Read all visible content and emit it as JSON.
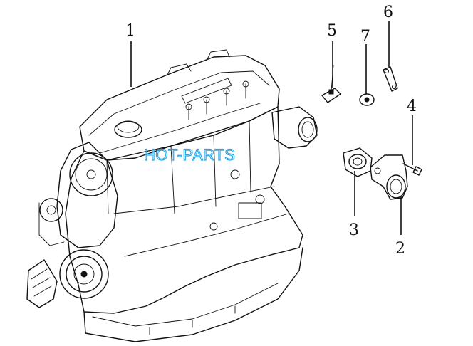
{
  "watermark": "HOT-PARTS",
  "callouts": [
    {
      "id": "1",
      "label": "1"
    },
    {
      "id": "2",
      "label": "2"
    },
    {
      "id": "3",
      "label": "3"
    },
    {
      "id": "4",
      "label": "4"
    },
    {
      "id": "5",
      "label": "5"
    },
    {
      "id": "6",
      "label": "6"
    },
    {
      "id": "7",
      "label": "7"
    }
  ],
  "colors": {
    "line": "#111111",
    "watermark": "#2aa6e6",
    "background": "#ffffff"
  }
}
